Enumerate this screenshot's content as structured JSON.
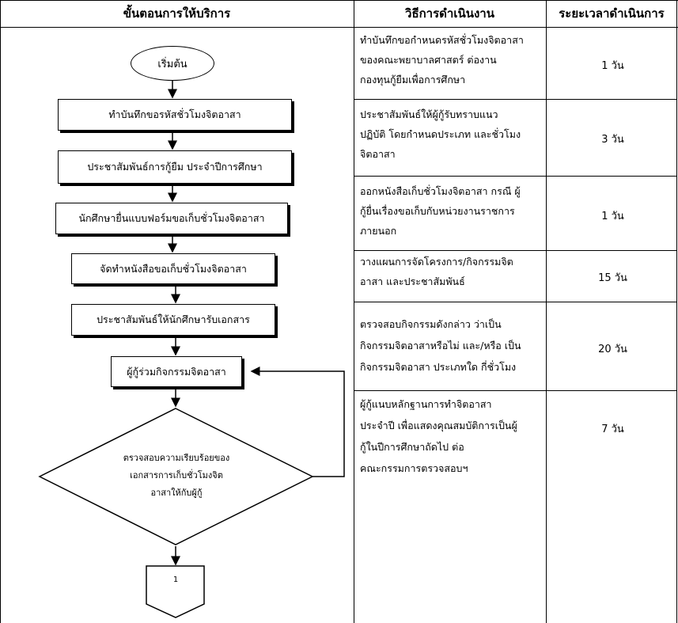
{
  "headers": {
    "steps": "ขั้นตอนการให้บริการ",
    "method": "วิธีการดำเนินงาน",
    "duration": "ระยะเวลาดำเนินการ"
  },
  "flow": {
    "start": "เริ่มต้น",
    "step1": "ทำบันทึกขอรหัสชั่วโมงจิตอาสา",
    "step2": "ประชาสัมพันธ์การกู้ยืม  ประจำปีการศึกษา",
    "step3": "นักศึกษายื่นแบบฟอร์มขอเก็บชั่วโมงจิตอาสา",
    "step4": "จัดทำหนังสือขอเก็บชั่วโมงจิตอาสา",
    "step5": "ประชาสัมพันธ์ให้นักศึกษารับเอกสาร",
    "step6": "ผู้กู้ร่วมกิจกรรมจิตอาสา",
    "decision_line1": "ตรวจสอบความเรียบร้อยของ",
    "decision_line2": "เอกสารการเก็บชั่วโมงจิต",
    "decision_line3": "อาสาให้กับผู้กู้",
    "connector": "1"
  },
  "rows": [
    {
      "method": [
        "ทำบันทึกขอกำหนดรหัสชั่วโมงจิตอาสา",
        "ของคณะพยาบาลศาสตร์ ต่องาน",
        "กองทุนกู้ยืมเพื่อการศึกษา"
      ],
      "duration": "1 วัน"
    },
    {
      "method": [
        "ประชาสัมพันธ์ให้ผู้กู้รับทราบแนว",
        "ปฏิบัติ โดยกำหนดประเภท และชั่วโมง",
        "จิตอาสา"
      ],
      "duration": "3 วัน"
    },
    {
      "method": [
        "ออกหนังสือเก็บชั่วโมงจิตอาสา กรณี ผู้",
        "กู้ยื่นเรื่องขอเก็บกับหน่วยงานราชการ",
        "ภายนอก"
      ],
      "duration": "1 วัน"
    },
    {
      "method": [
        "วางแผนการจัดโครงการ/กิจกรรมจิต",
        "อาสา และประชาสัมพันธ์"
      ],
      "duration": "15 วัน"
    },
    {
      "method": [
        "ตรวจสอบกิจกรรมดังกล่าว ว่าเป็น",
        "กิจกรรมจิตอาสาหรือไม่ และ/หรือ เป็น",
        "กิจกรรมจิตอาสา ประเภทใด กี่ชั่วโมง"
      ],
      "duration": "20 วัน"
    },
    {
      "method": [
        "ผู้กู้แนบหลักฐานการทำจิตอาสา",
        "ประจำปี เพื่อแสดงคุณสมบัติการเป็นผู้",
        "กู้ในปีการศึกษาถัดไป ต่อ",
        "คณะกรรมการตรวจสอบฯ"
      ],
      "duration": "7 วัน"
    }
  ]
}
